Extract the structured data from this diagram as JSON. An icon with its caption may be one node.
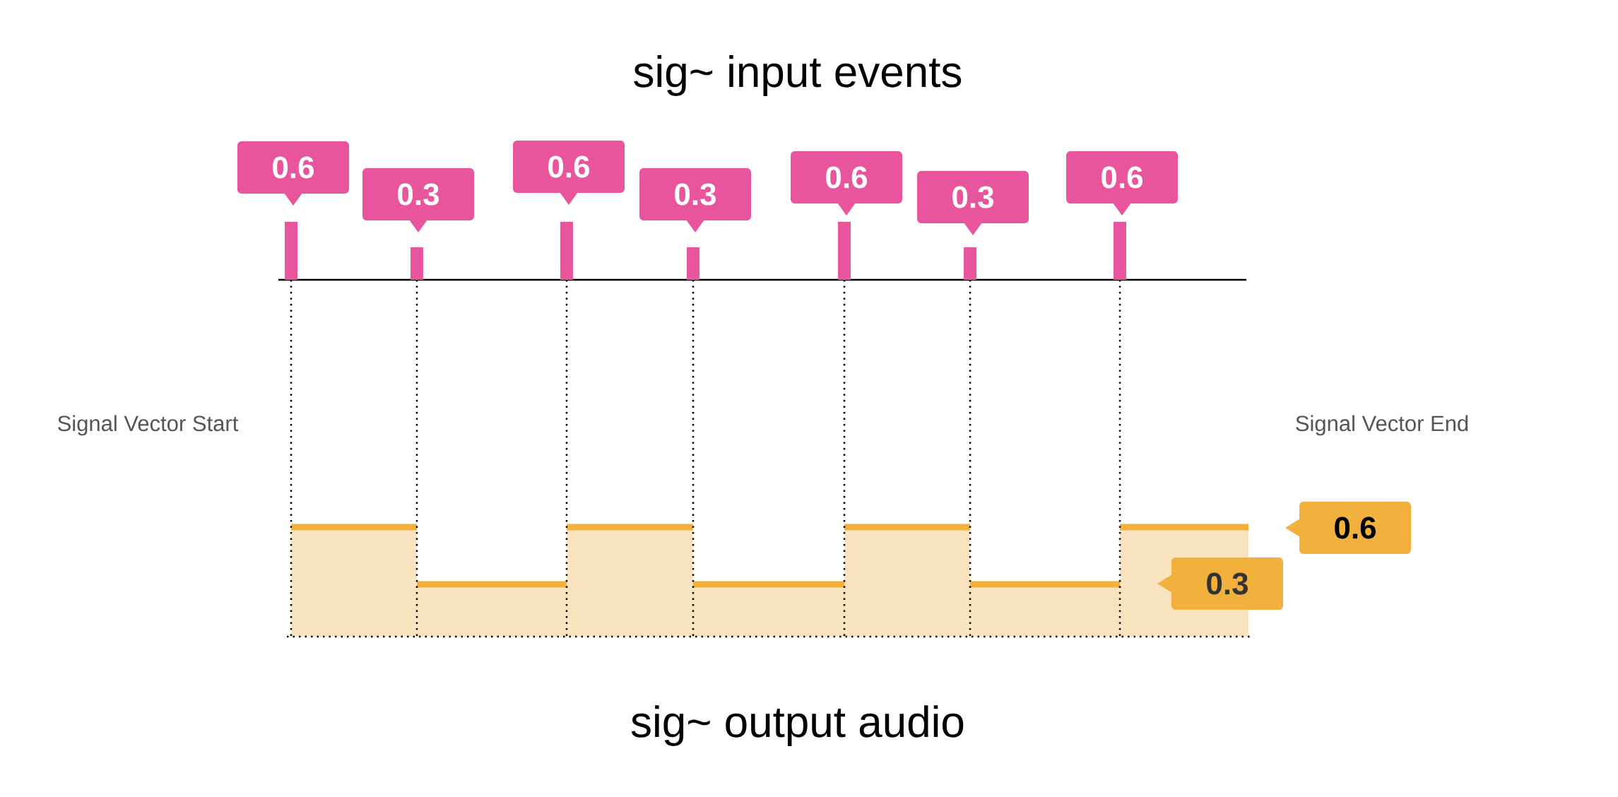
{
  "diagram": {
    "title": "sig~ input events",
    "caption": "sig~ output audio",
    "nodes": [
      {
        "text": [
          "0.6"
        ]
      },
      {
        "text": [
          "0.3"
        ]
      },
      {
        "text": [
          "0.6"
        ]
      },
      {
        "text": [
          "0.3"
        ]
      },
      {
        "text": [
          "0.6"
        ]
      },
      {
        "text": [
          "0.3"
        ]
      },
      {
        "text": [
          "0.6"
        ]
      },
      {
        "text": [
          "0.6"
        ]
      },
      {
        "text": [
          "0.3"
        ]
      }
    ],
    "labels": [
      "Signal Vector Start",
      "Signal Vector End"
    ]
  }
}
